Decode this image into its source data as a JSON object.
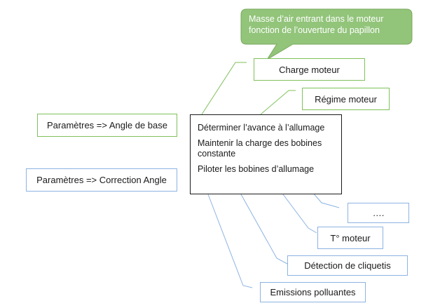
{
  "callout": {
    "text_line1": "Masse d’air entrant dans le moteur",
    "text_line2": "fonction de l’ouverture du papillon"
  },
  "main": {
    "line1": "Déterminer l’avance à l’allumage",
    "line2": "Maintenir la charge des bobines constante",
    "line3": "Piloter les bobines d’allumage"
  },
  "inputs": {
    "charge": "Charge moteur",
    "regime": "Régime moteur",
    "autre": "….",
    "temperature": "T° moteur",
    "cliquetis": "Détection de cliquetis",
    "emissions": "Emissions polluantes"
  },
  "parametres": {
    "angle_base": "Paramètres => Angle de base",
    "correction": "Paramètres => Correction  Angle"
  },
  "colors": {
    "callout_fill": "#92c47a",
    "callout_border": "#7aaa5e",
    "green_line": "#7fc15a",
    "blue_line": "#8db3e2",
    "main_border": "#1a1a1a"
  }
}
